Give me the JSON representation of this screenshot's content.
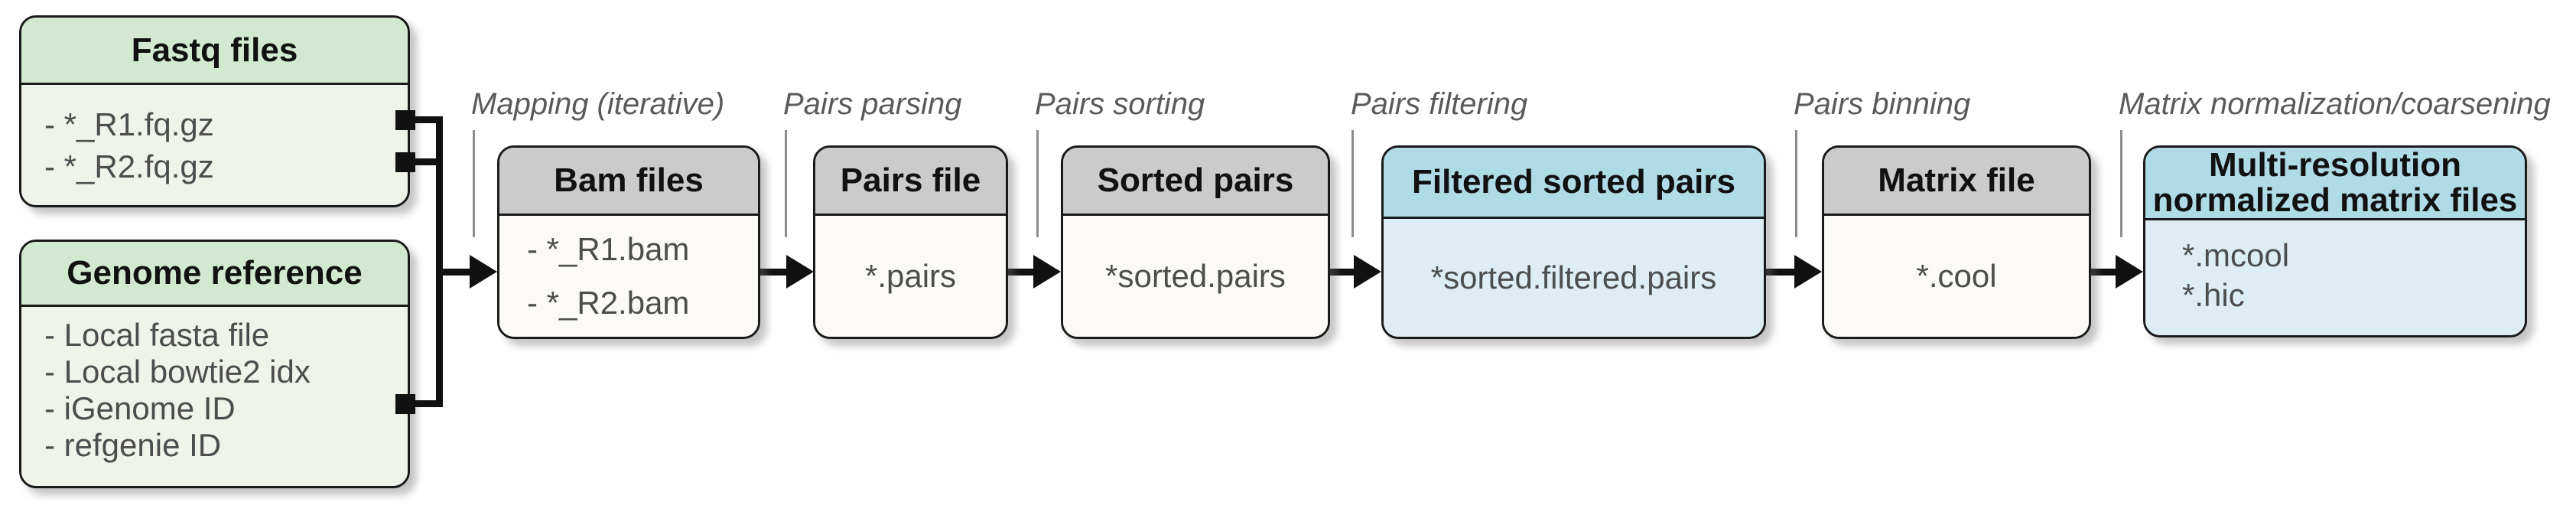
{
  "diagram": {
    "inputs": {
      "fastq": {
        "title": "Fastq files",
        "items": [
          "- *_R1.fq.gz",
          "- *_R2.fq.gz"
        ]
      },
      "genome": {
        "title": "Genome reference",
        "items": [
          "- Local fasta file",
          "- Local bowtie2 idx",
          "- iGenome ID",
          "- refgenie ID"
        ]
      }
    },
    "steps": [
      {
        "label": "Mapping (iterative)"
      },
      {
        "label": "Pairs parsing"
      },
      {
        "label": "Pairs sorting"
      },
      {
        "label": "Pairs filtering"
      },
      {
        "label": "Pairs binning"
      },
      {
        "label": "Matrix normalization/coarsening"
      }
    ],
    "nodes": {
      "bam": {
        "title": "Bam files",
        "items": [
          "- *_R1.bam",
          "- *_R2.bam"
        ]
      },
      "pairs": {
        "title": "Pairs file",
        "items": [
          "*.pairs"
        ]
      },
      "sorted": {
        "title": "Sorted pairs",
        "items": [
          "*sorted.pairs"
        ]
      },
      "filtered": {
        "title": "Filtered sorted pairs",
        "items": [
          "*sorted.filtered.pairs"
        ]
      },
      "matrix": {
        "title": "Matrix file",
        "items": [
          "*.cool"
        ]
      },
      "multires": {
        "title_lines": [
          "Multi-resolution",
          "normalized matrix files"
        ],
        "items": [
          "*.mcool",
          "*.hic"
        ]
      }
    },
    "colors": {
      "green_header": "#d3e8d1",
      "green_body": "#eff4ea",
      "gray_header": "#cccbcb",
      "gray_body": "#fbfaf6",
      "blue_header": "#aedbe5",
      "blue_body": "#ddedf3",
      "outline": "#1a1a1a",
      "item_text": "#4d4d4d",
      "label_text": "#5a5a5a"
    }
  }
}
